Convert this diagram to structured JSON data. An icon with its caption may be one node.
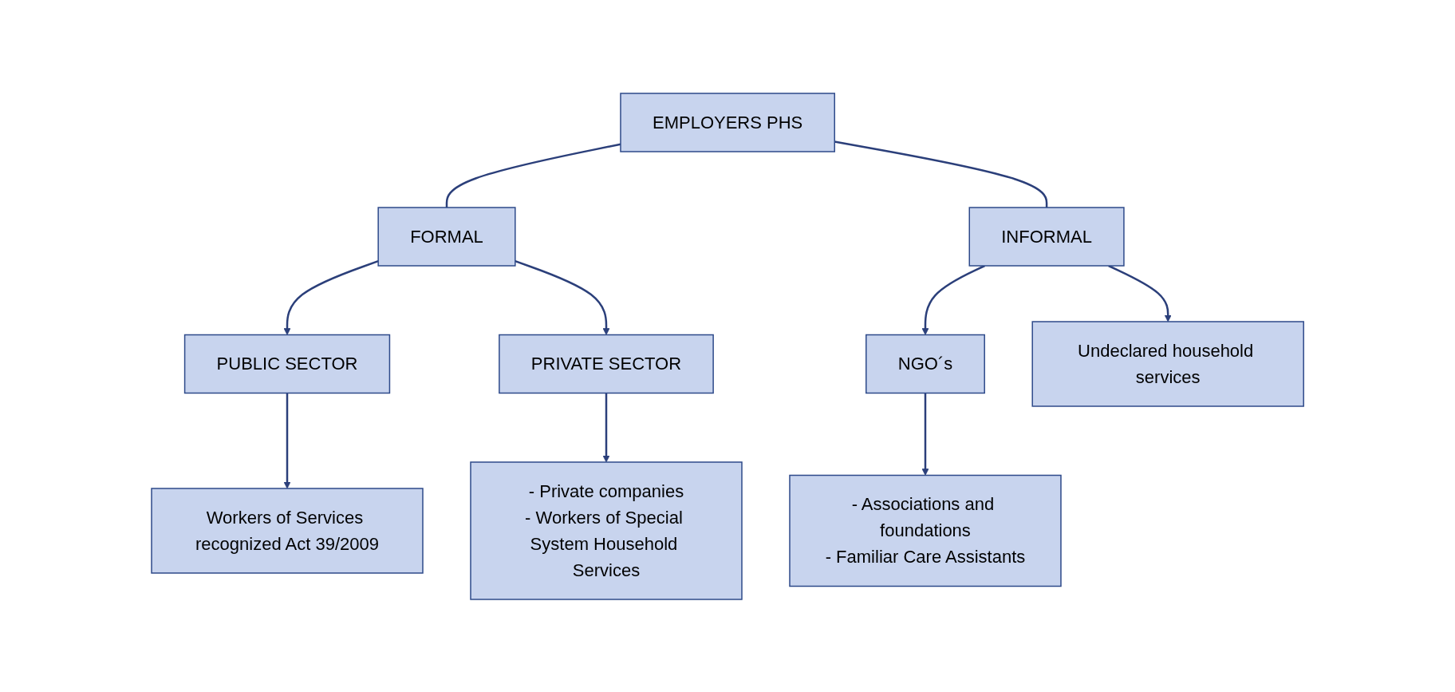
{
  "diagram": {
    "nodes": [
      {
        "text": [
          "EMPLOYERS PHS"
        ]
      },
      {
        "text": [
          "FORMAL"
        ]
      },
      {
        "text": [
          "INFORMAL"
        ]
      },
      {
        "text": [
          "PUBLIC SECTOR"
        ]
      },
      {
        "text": [
          "PRIVATE SECTOR"
        ]
      },
      {
        "text": [
          "NGO´s"
        ]
      },
      {
        "text": [
          "Undeclared household services"
        ]
      },
      {
        "text": [
          "Workers of Services recognized Act 39/2009"
        ]
      },
      {
        "text": [
          "- Private companies",
          "- Workers of Special System Household Services"
        ]
      },
      {
        "text": [
          "- Associations and foundations",
          "- Familiar Care Assistants"
        ]
      }
    ],
    "edges": [
      {
        "from": 0,
        "to": 1,
        "arrow": "none"
      },
      {
        "from": 0,
        "to": 2,
        "arrow": "none"
      },
      {
        "from": 1,
        "to": 3,
        "arrow": "to"
      },
      {
        "from": 1,
        "to": 4,
        "arrow": "to"
      },
      {
        "from": 2,
        "to": 5,
        "arrow": "to"
      },
      {
        "from": 2,
        "to": 6,
        "arrow": "to"
      },
      {
        "from": 3,
        "to": 7,
        "arrow": "to"
      },
      {
        "from": 4,
        "to": 8,
        "arrow": "to"
      },
      {
        "from": 5,
        "to": 9,
        "arrow": "to"
      }
    ]
  }
}
